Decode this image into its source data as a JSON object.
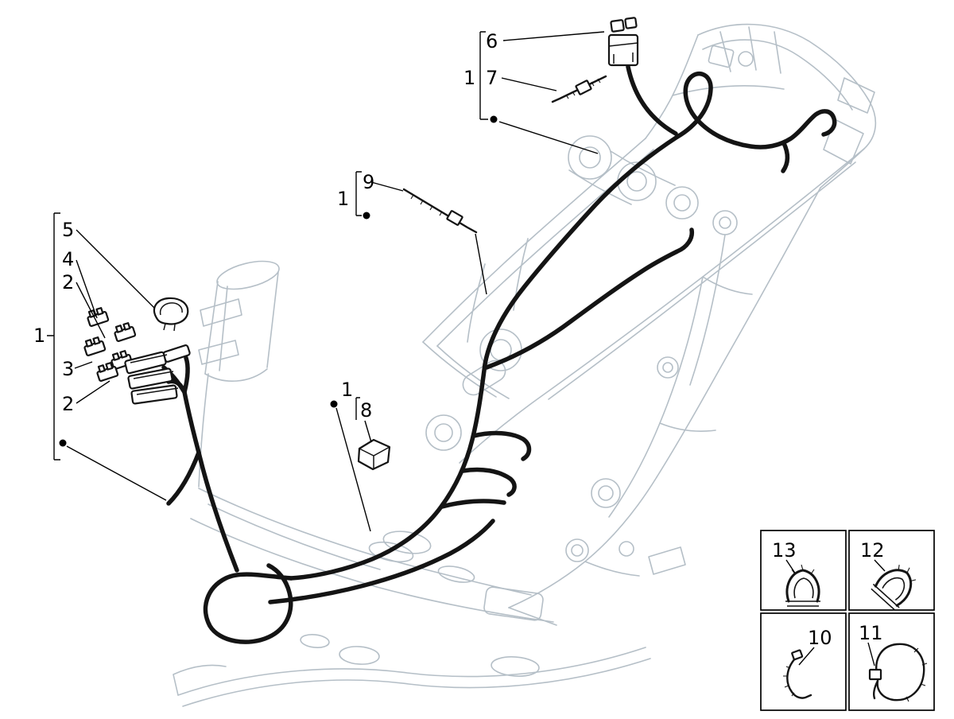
{
  "colors": {
    "background": "#ffffff",
    "frame_color": "#b5bfc7",
    "harness_color": "#141414",
    "ink_color": "#000000"
  },
  "callouts": {
    "c6": "6",
    "c1_top": "1",
    "c7": "7",
    "c9": "9",
    "c1_mid": "1",
    "c5": "5",
    "c4": "4",
    "c2_upper": "2",
    "c3": "3",
    "c2_lower": "2",
    "c1_left": "1",
    "c1_center": "1",
    "c8": "8"
  },
  "insets": {
    "i13": "13",
    "i12": "12",
    "i10": "10",
    "i11": "11"
  }
}
